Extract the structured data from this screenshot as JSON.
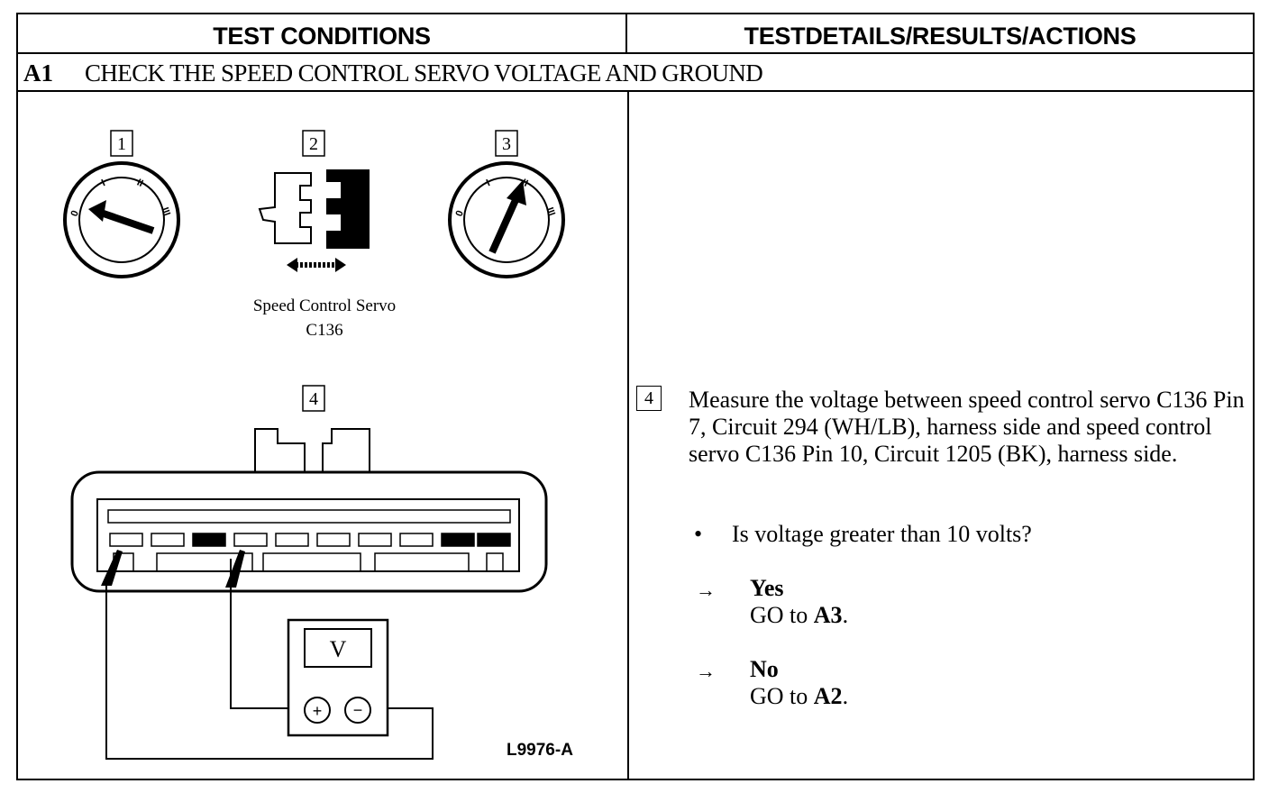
{
  "header": {
    "left": "TEST CONDITIONS",
    "right": "TESTDETAILS/RESULTS/ACTIONS"
  },
  "step": {
    "id": "A1",
    "title": "CHECK THE SPEED CONTROL SERVO VOLTAGE AND GROUND"
  },
  "diagram": {
    "callouts": [
      "1",
      "2",
      "3",
      "4"
    ],
    "switch_marks": [
      "0",
      "I",
      "II",
      "III"
    ],
    "caption_line1": "Speed Control Servo",
    "caption_line2": "C136",
    "meter_label": "V",
    "plus_terminal": "+",
    "minus_terminal": "−",
    "figure_code": "L9976-A"
  },
  "details": {
    "step_number": "4",
    "instruction": "Measure the voltage between speed control servo C136 Pin 7, Circuit 294 (WH/LB), harness side and speed control servo C136 Pin 10, Circuit 1205 (BK), harness side.",
    "bullet": "•",
    "question": "Is voltage greater than 10 volts?",
    "arrow": "→",
    "yes_label": "Yes",
    "yes_goto_prefix": "GO to ",
    "yes_goto_target": "A3",
    "yes_goto_suffix": ".",
    "no_label": "No",
    "no_goto_prefix": "GO to ",
    "no_goto_target": "A2",
    "no_goto_suffix": "."
  }
}
